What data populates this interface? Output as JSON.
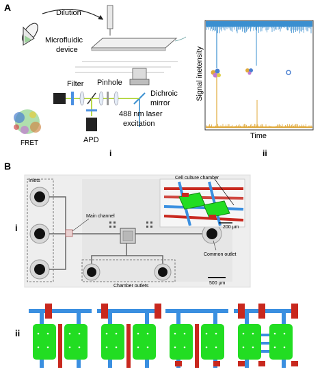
{
  "panel_a": {
    "label": "A",
    "dilution": "Dilution",
    "device_line1": "Microfluidic",
    "device_line2": "device",
    "filter": "Filter",
    "pinhole": "Pinhole",
    "dichroic_line1": "Dichroic",
    "dichroic_line2": "mirror",
    "laser_line1": "488 nm laser",
    "laser_line2": "excitation",
    "apd": "APD",
    "fret": "FRET",
    "sub_i": "i",
    "plot": {
      "ylabel": "Signal inetensity",
      "xlabel": "Time",
      "sub_ii": "ii",
      "top_trace_color": "#3a8fd0",
      "bottom_trace_color": "#e0a93a"
    }
  },
  "panel_b": {
    "label": "B",
    "sub_i": "i",
    "sub_ii": "ii",
    "inlets": "Inlets",
    "main_channel": "Main channel",
    "chamber_outlets": "Chamber outlets",
    "cell_culture_chamber": "Cell culture chamber",
    "common_outlet": "Common outlet",
    "scale_200": "200 μm",
    "scale_500": "500 μm",
    "colors": {
      "chamber": "#22dd22",
      "channel": "#3a8fe0",
      "valve": "#c8281e"
    }
  }
}
